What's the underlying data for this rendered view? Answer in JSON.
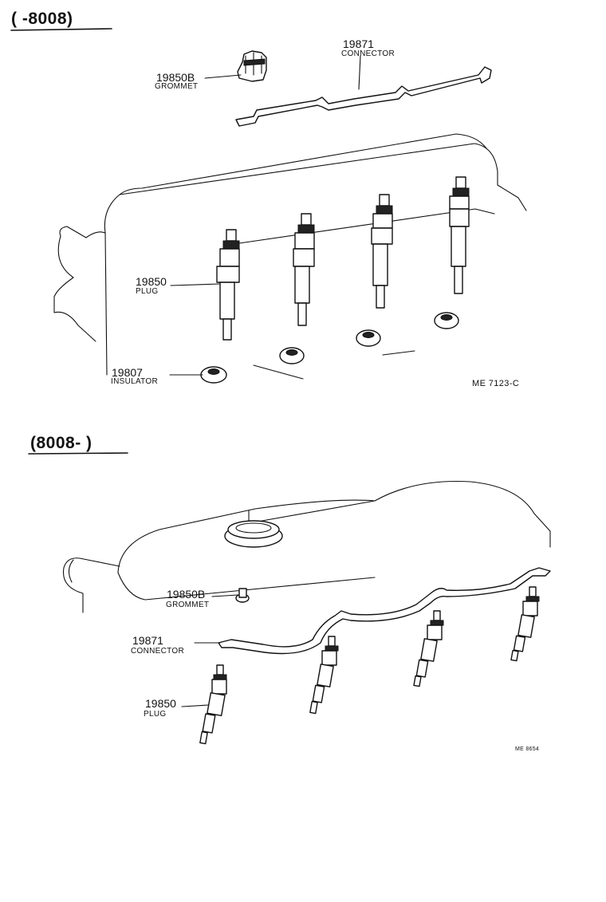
{
  "sections": [
    {
      "range": "(      -8008)",
      "labels": {
        "grommet_num": "19850B",
        "grommet_name": "GROMMET",
        "connector_num": "19871",
        "connector_name": "CONNECTOR",
        "plug_num": "19850",
        "plug_name": "PLUG",
        "insulator_num": "19807",
        "insulator_name": "INSULATOR"
      },
      "figure_code": "ME 7123-C"
    },
    {
      "range": "(8008-       )",
      "labels": {
        "grommet_num": "19850B",
        "grommet_name": "GROMMET",
        "connector_num": "19871",
        "connector_name": "CONNECTOR",
        "plug_num": "19850",
        "plug_name": "PLUG"
      },
      "figure_code": "ME 8654"
    }
  ]
}
